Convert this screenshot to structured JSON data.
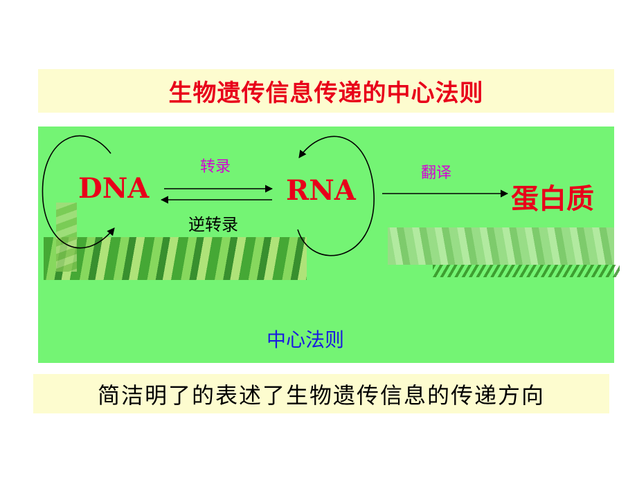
{
  "title": "生物遗传信息传递的中心法则",
  "nodes": {
    "dna": "DNA",
    "rna": "RNA",
    "protein": "蛋白质"
  },
  "labels": {
    "transcription": "转录",
    "reverse_transcription": "逆转录",
    "translation": "翻译",
    "central_dogma": "中心法则"
  },
  "caption": "简洁明了的表述了生物遗传信息的传递方向",
  "colors": {
    "title": "#e8001a",
    "node": "#e8001a",
    "process_label": "#d400d4",
    "center_label": "#1a1ae0",
    "panel": "#74f474",
    "box": "#fdfccf"
  }
}
